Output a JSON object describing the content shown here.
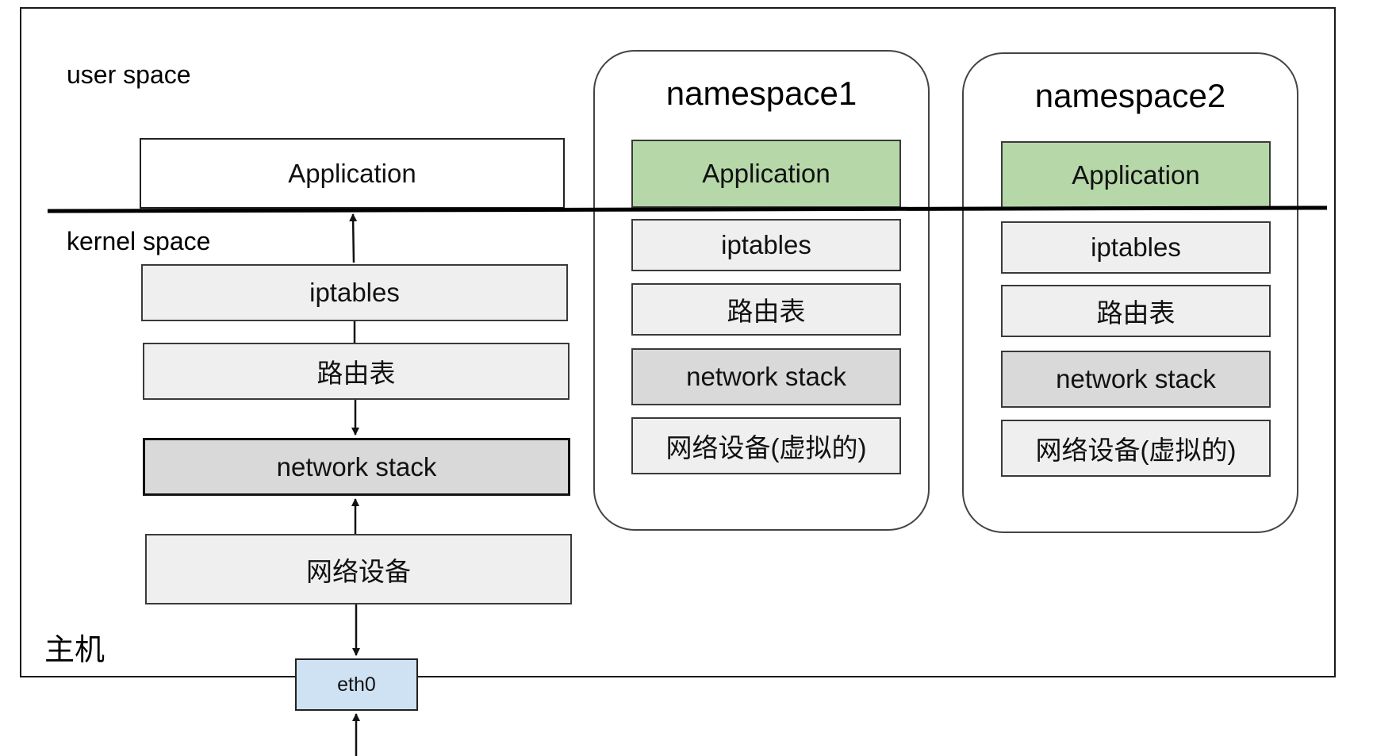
{
  "host": {
    "label": "主机",
    "user_space_label": "user space",
    "kernel_space_label": "kernel space",
    "stack": {
      "application": "Application",
      "iptables": "iptables",
      "routing_table": "路由表",
      "network_stack": "network stack",
      "network_device": "网络设备"
    },
    "nic": "eth0"
  },
  "namespaces": [
    {
      "title": "namespace1",
      "application": "Application",
      "iptables": "iptables",
      "routing_table": "路由表",
      "network_stack": "network stack",
      "network_device": "网络设备(虚拟的)"
    },
    {
      "title": "namespace2",
      "application": "Application",
      "iptables": "iptables",
      "routing_table": "路由表",
      "network_stack": "network stack",
      "network_device": "网络设备(虚拟的)"
    }
  ],
  "colors": {
    "application_ns": "#b6d7a8",
    "layer_light": "#efefef",
    "network_stack": "#d9d9d9",
    "nic": "#cfe2f3"
  }
}
